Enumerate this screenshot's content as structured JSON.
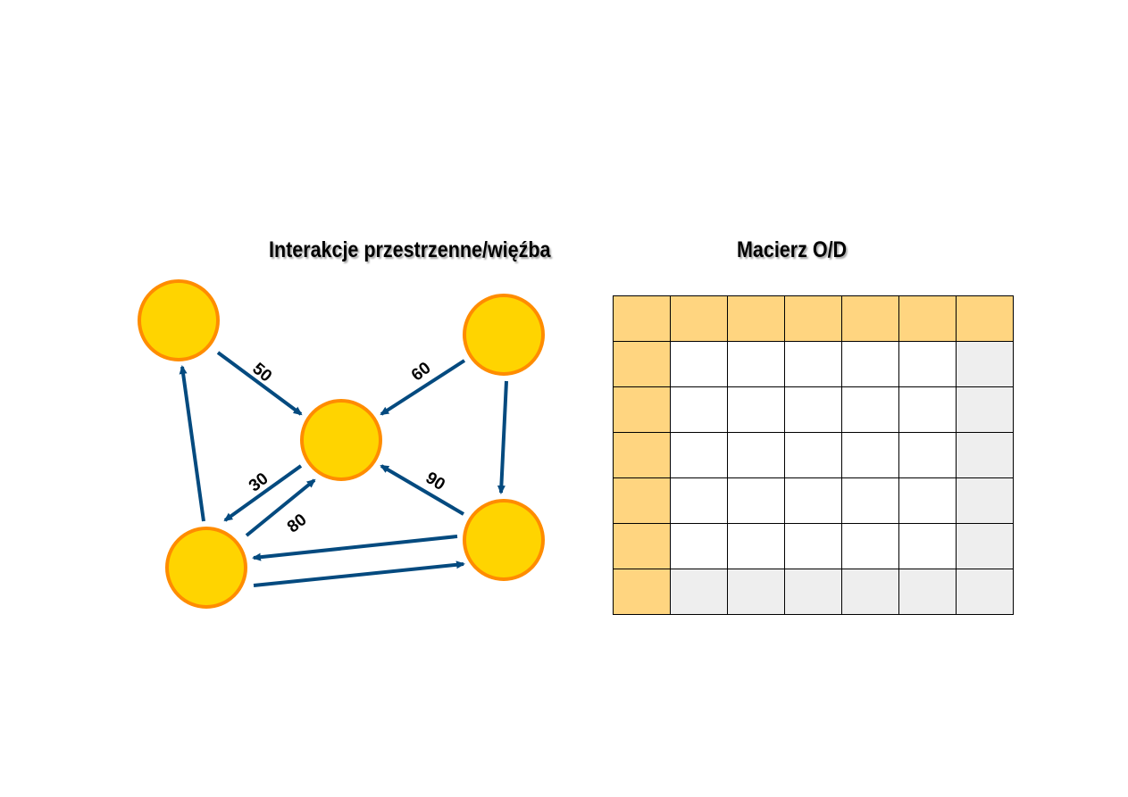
{
  "titles": {
    "left": "Interakcje przestrzenne/więźba",
    "right": "Macierz O/D"
  },
  "colors": {
    "node_fill": "#ffd400",
    "node_stroke": "#ff8c00",
    "arrow": "#044a7f",
    "table_header": "#ffd580",
    "table_total": "#eeeeee",
    "table_border": "#000000"
  },
  "diagram": {
    "nodes": [
      {
        "id": "A",
        "name": "node-top-left"
      },
      {
        "id": "B",
        "name": "node-top-right"
      },
      {
        "id": "C",
        "name": "node-center"
      },
      {
        "id": "D",
        "name": "node-bottom-left"
      },
      {
        "id": "E",
        "name": "node-bottom-right"
      }
    ],
    "edges": [
      {
        "from": "A",
        "to": "C",
        "label": "50"
      },
      {
        "from": "B",
        "to": "C",
        "label": "60"
      },
      {
        "from": "C",
        "to": "D",
        "label": "30"
      },
      {
        "from": "D",
        "to": "C",
        "label": "80"
      },
      {
        "from": "E",
        "to": "C",
        "label": "90"
      },
      {
        "from": "B",
        "to": "E",
        "label": ""
      },
      {
        "from": "D",
        "to": "A",
        "label": ""
      },
      {
        "from": "E",
        "to": "D",
        "label": ""
      },
      {
        "from": "D",
        "to": "E",
        "label": ""
      }
    ]
  },
  "od_matrix": {
    "rows": [
      [
        "hdr",
        "hdr",
        "hdr",
        "hdr",
        "hdr",
        "hdr",
        "hdr"
      ],
      [
        "hdr",
        "blank",
        "blank",
        "blank",
        "blank",
        "blank",
        "tot"
      ],
      [
        "hdr",
        "blank",
        "blank",
        "blank",
        "blank",
        "blank",
        "tot"
      ],
      [
        "hdr",
        "blank",
        "blank",
        "blank",
        "blank",
        "blank",
        "tot"
      ],
      [
        "hdr",
        "blank",
        "blank",
        "blank",
        "blank",
        "blank",
        "tot"
      ],
      [
        "hdr",
        "blank",
        "blank",
        "blank",
        "blank",
        "blank",
        "tot"
      ],
      [
        "hdr",
        "tot",
        "tot",
        "tot",
        "tot",
        "tot",
        "tot"
      ]
    ]
  }
}
